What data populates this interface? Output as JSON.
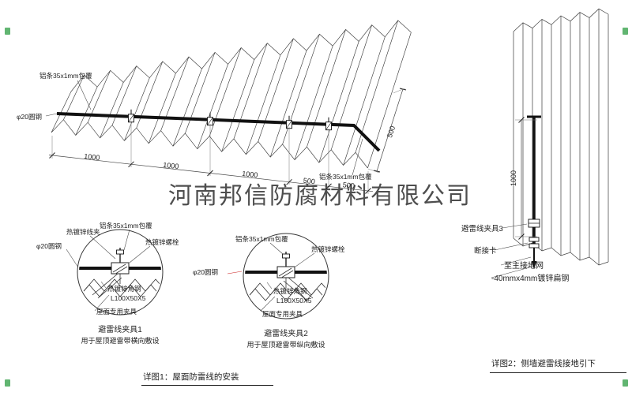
{
  "watermark": "河南邦信防腐材料有限公司",
  "colors": {
    "red_annotation": "#cc2222",
    "watermark_gray": "#a3a3a3",
    "stamp_green": "#3aa34d"
  },
  "roof": {
    "label_strip_top": "铝条35x1mm包覆",
    "label_strip_right": "铝条35x1mm包覆",
    "label_rod": "φ20圆钢",
    "dims": [
      "1000",
      "1000",
      "1000",
      "500",
      "500"
    ],
    "dim_right": "500"
  },
  "detail1": {
    "label_wire_clip": "热镀锌线夹",
    "label_strip": "铝条35x1mm包覆",
    "label_bolt": "热镀锌螺栓",
    "label_rod": "φ20圆钢",
    "label_angle": "热镀锌角钢",
    "label_angle_spec": "L100X50X5",
    "label_roof_clamp": "屋面专用夹具",
    "title": "避雷线夹具1",
    "subtitle": "用于屋顶避雷带横向敷设"
  },
  "detail2": {
    "label_strip": "铝条35x1mm包覆",
    "label_bolt": "热镀锌螺栓",
    "label_rod": "φ20圆钢",
    "label_angle": "热镀锌角钢",
    "label_angle_spec": "L100X50X5",
    "label_roof_clamp": "屋面专用夹具",
    "title": "避雷线夹具2",
    "subtitle": "用于屋顶避雷带纵向敷设"
  },
  "wall": {
    "dim_height": "1000",
    "label_clamp3": "避雷线夹具3",
    "label_disconnect": "断接卡",
    "label_to_ground": "至主接地网",
    "label_flat_steel": "-40mmx4mm镀锌扁钢"
  },
  "captions": {
    "fig1": "详图1：屋面防雷线的安装",
    "fig2": "详图2：侧墙避雷线接地引下"
  }
}
